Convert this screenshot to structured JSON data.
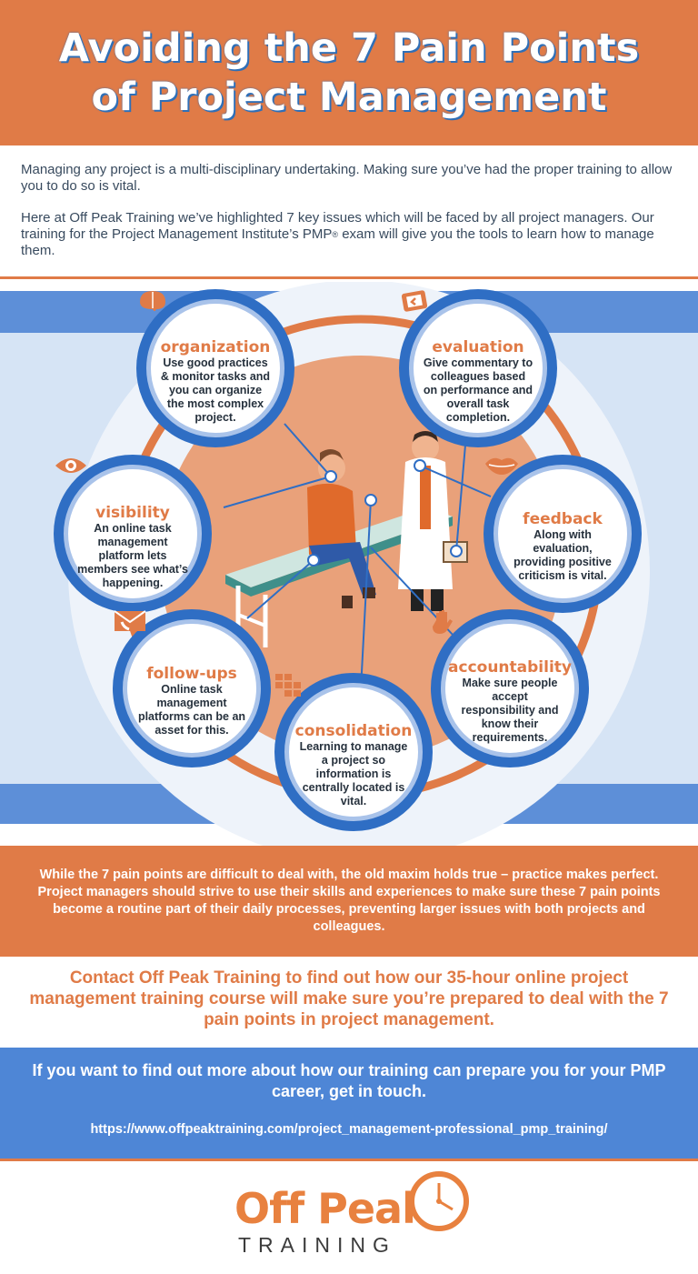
{
  "header": {
    "title": "Avoiding the 7 Pain Points of Project Management"
  },
  "intro": {
    "p1": "Managing any project is a multi-disciplinary undertaking. Making sure you’ve had the proper training to allow you to do so is vital.",
    "p2_before": "Here at Off Peak Training we’ve highlighted 7 key issues which will be faced by all project managers. Our training for the Project Management Institute’s PMP",
    "p2_reg": "®",
    "p2_after": " exam will give you the tools to learn how to manage them."
  },
  "pain_points": [
    {
      "heading": "organization",
      "text": "Use  good practices & monitor tasks and you can organize the most complex project.",
      "icon": "brain-icon"
    },
    {
      "heading": "evaluation",
      "text": "Give commentary to colleagues based on performance and overall task completion.",
      "icon": "clipboard-check-icon"
    },
    {
      "heading": "visibility",
      "text": "An online task management platform lets members see what’s happening.",
      "icon": "eye-icon"
    },
    {
      "heading": "feedback",
      "text": "Along with evaluation, providing positive criticism is vital.",
      "icon": "lips-icon"
    },
    {
      "heading": "follow-ups",
      "text": "Online task management platforms can be an asset for this.",
      "icon": "envelope-phone-icon"
    },
    {
      "heading": "accountability",
      "text": "Make sure people accept responsibility and know their requirements.",
      "icon": "raised-hand-icon"
    },
    {
      "heading": "consolidation",
      "text": "Learning to manage a project so information is centrally located is vital.",
      "icon": "grid-icon"
    }
  ],
  "band1": {
    "text": "While the 7 pain points are difficult to deal with, the old maxim holds true – practice makes perfect.  Project managers should strive to use their skills and experiences to make sure these 7 pain points become a routine part of their daily processes, preventing larger issues with both projects and colleagues."
  },
  "contact": {
    "text": "Contact Off Peak Training to find out how our 35-hour online project management training course will make sure you’re prepared to deal with the 7 pain points in project management."
  },
  "band2": {
    "text": "If you want to find out more about how our training can prepare you for your PMP career, get in touch.",
    "url": "https://www.offpeaktraining.com/project_management-professional_pmp_training/"
  },
  "logo": {
    "main": "Off Peak",
    "sub": "TRAINING"
  },
  "colors": {
    "orange": "#e07b47",
    "blue": "#4e86d6",
    "dark_blue": "#2f6ec4",
    "text": "#384a5e"
  }
}
